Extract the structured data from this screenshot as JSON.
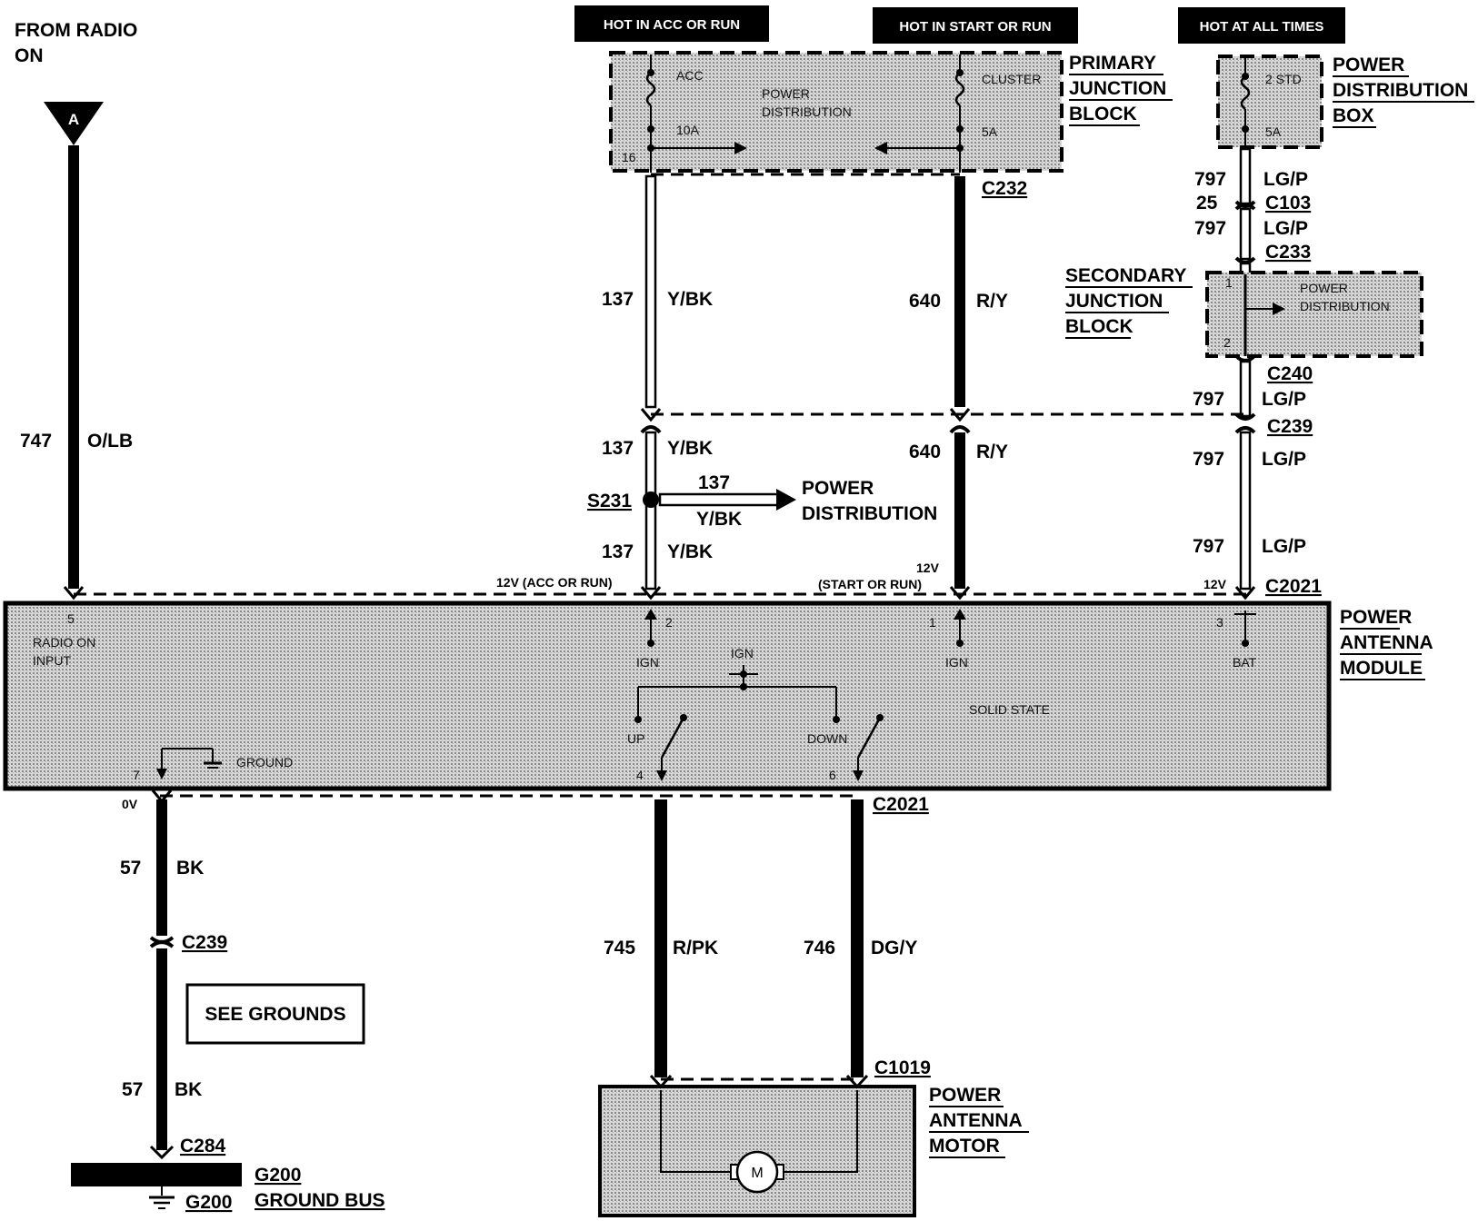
{
  "radio": {
    "source_label": [
      "FROM RADIO",
      "ON"
    ],
    "connector_letter": "A"
  },
  "power_headers": {
    "acc": "HOT IN ACC OR RUN",
    "start": "HOT IN START OR RUN",
    "always": "HOT AT ALL TIMES"
  },
  "primary_junction": {
    "title": [
      "PRIMARY",
      "JUNCTION",
      "BLOCK"
    ],
    "inner": [
      "POWER",
      "DISTRIBUTION"
    ],
    "fuse1_name": "ACC",
    "fuse1_rating": "10A",
    "pin": "16",
    "fuse2_name": "CLUSTER",
    "fuse2_rating": "5A",
    "connector": "C232"
  },
  "power_dist_box": {
    "title": [
      "POWER",
      "DISTRIBUTION",
      "BOX"
    ],
    "fuse_name": "2 STD",
    "fuse_rating": "5A"
  },
  "secondary_junction": {
    "title": [
      "SECONDARY",
      "JUNCTION",
      "BLOCK"
    ],
    "inner": [
      "POWER",
      "DISTRIBUTION"
    ],
    "pin_top": "1",
    "pin_bottom": "2"
  },
  "wire_797": {
    "c103_row": {
      "circuit": "797",
      "color": "LG/P"
    },
    "c103": {
      "pin": "25",
      "name": "C103"
    },
    "c233_row": {
      "circuit": "797",
      "color": "LG/P"
    },
    "c233": "C233",
    "c240": "C240",
    "c240_row": {
      "circuit": "797",
      "color": "LG/P"
    },
    "c239": "C239",
    "c239_row": {
      "circuit": "797",
      "color": "LG/P"
    },
    "module_row": {
      "circuit": "797",
      "color": "LG/P"
    },
    "voltage": "12V"
  },
  "wire_137": {
    "upper": {
      "circuit": "137",
      "color": "Y/BK"
    },
    "mid": {
      "circuit": "137",
      "color": "Y/BK"
    },
    "lower": {
      "circuit": "137",
      "color": "Y/BK"
    },
    "splice": "S231",
    "branch": {
      "circuit": "137",
      "color": "Y/BK",
      "target": [
        "POWER",
        "DISTRIBUTION"
      ]
    },
    "voltage": "12V (ACC OR RUN)"
  },
  "wire_640": {
    "upper": {
      "circuit": "640",
      "color": "R/Y"
    },
    "lower": {
      "circuit": "640",
      "color": "R/Y"
    },
    "voltage": [
      "12V",
      "(START OR RUN)"
    ]
  },
  "wire_747": {
    "circuit": "747",
    "color": "O/LB"
  },
  "module": {
    "connector_top": "C2021",
    "title": [
      "POWER",
      "ANTENNA",
      "MODULE"
    ],
    "pin5": "5",
    "radio_input": [
      "RADIO ON",
      "INPUT"
    ],
    "pin2": "2",
    "pin1": "1",
    "pin3": "3",
    "ign1": "IGN",
    "ign2": "IGN",
    "ign3": "IGN",
    "bat": "BAT",
    "solid_state": "SOLID STATE",
    "up": "UP",
    "down": "DOWN",
    "ground": "GROUND",
    "pin7": "7",
    "pin4": "4",
    "pin6": "6"
  },
  "lower_connector": "C2021",
  "ground_wire": {
    "voltage": "0V",
    "upper": {
      "circuit": "57",
      "color": "BK"
    },
    "connector": "C239",
    "see_grounds": "SEE GROUNDS",
    "lower": {
      "circuit": "57",
      "color": "BK"
    },
    "c284": "C284",
    "bus_label": "G200",
    "ground_label": "G200",
    "bus_name": "GROUND BUS"
  },
  "wire_745": {
    "circuit": "745",
    "color": "R/PK"
  },
  "wire_746": {
    "circuit": "746",
    "color": "DG/Y"
  },
  "motor": {
    "connector": "C1019",
    "title": [
      "POWER",
      "ANTENNA",
      "MOTOR"
    ],
    "symbol": "M"
  }
}
